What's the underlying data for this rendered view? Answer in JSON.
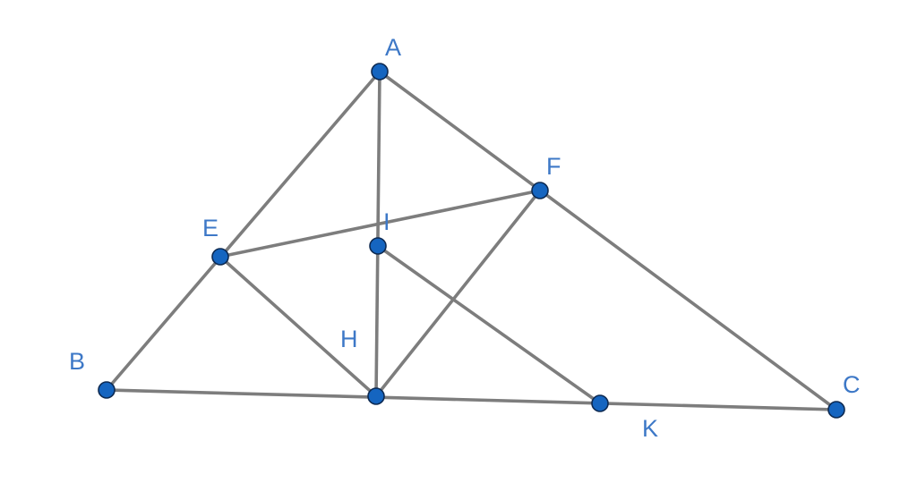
{
  "colors": {
    "line": "#7d7d7d",
    "point_fill": "#1565c0",
    "point_stroke": "#0d2a52",
    "label": "#3d78c7",
    "background": "#ffffff"
  },
  "points": [
    {
      "id": "A",
      "label": "A"
    },
    {
      "id": "B",
      "label": "B"
    },
    {
      "id": "C",
      "label": "C"
    },
    {
      "id": "E",
      "label": "E"
    },
    {
      "id": "F",
      "label": "F"
    },
    {
      "id": "I",
      "label": "I"
    },
    {
      "id": "H",
      "label": "H"
    },
    {
      "id": "K",
      "label": "K"
    }
  ],
  "segments": [
    [
      "A",
      "B"
    ],
    [
      "A",
      "C"
    ],
    [
      "B",
      "C"
    ],
    [
      "A",
      "H"
    ],
    [
      "E",
      "F"
    ],
    [
      "E",
      "H"
    ],
    [
      "F",
      "H"
    ],
    [
      "I",
      "K"
    ]
  ]
}
